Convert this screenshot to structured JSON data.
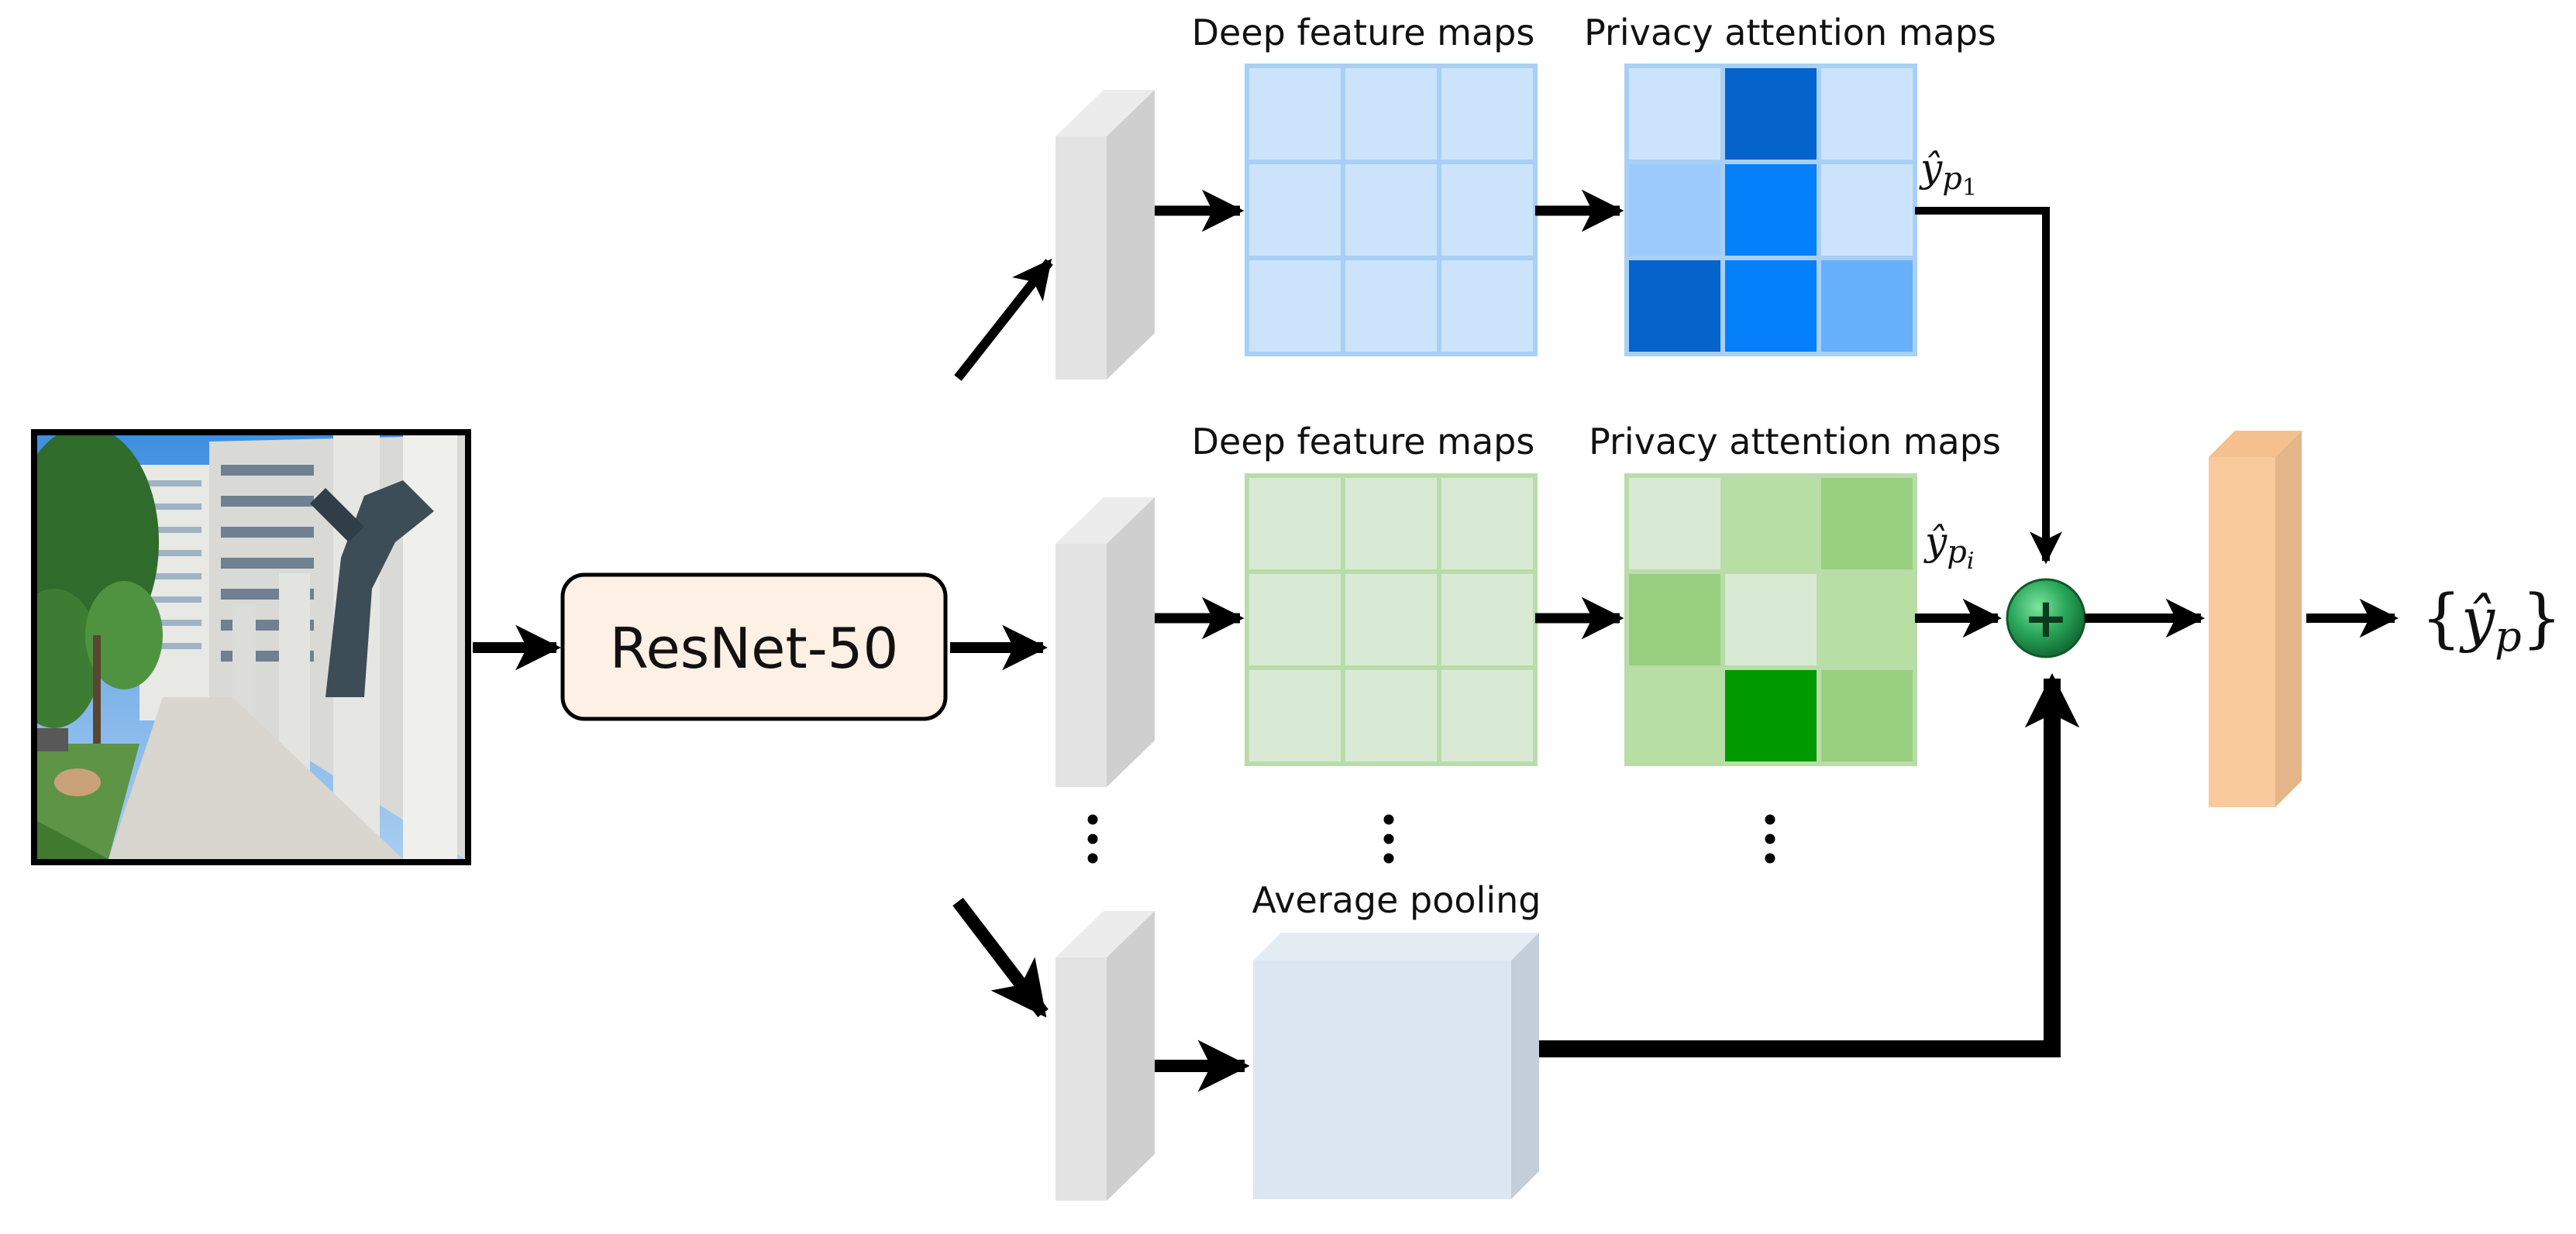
{
  "labels": {
    "deep_feature_maps_1": "Deep feature maps",
    "privacy_attention_maps_1": "Privacy attention maps",
    "deep_feature_maps_2": "Deep feature maps",
    "privacy_attention_maps_2": "Privacy attention maps",
    "average_pooling": "Average pooling",
    "backbone": "ResNet-50"
  },
  "math": {
    "y_hat": "ŷ",
    "p": "p",
    "sub_1": "1",
    "sub_i": "i",
    "open_brace": "{",
    "close_brace": "}"
  },
  "operator": "+",
  "colors": {
    "blue_feature_fill": "#cce4fb",
    "blue_grid_line": "#a8d0f5",
    "green_feature_fill": "#d9ead4",
    "green_grid_line": "#b9dcaa",
    "pooling_box": "#dbe6f0",
    "resnet_fill": "#fdf0e4",
    "output_block": "#f9ca9c",
    "adder": "#2aa85a",
    "blue_attention": [
      "#cce4fb",
      "#0563cc",
      "#cce4fb",
      "#9ccafc",
      "#0580fb",
      "#cce4fb",
      "#0563cc",
      "#0580fb",
      "#67b0fb"
    ],
    "green_attention": [
      "#d9ead4",
      "#b7dfa4",
      "#98cf7e",
      "#98cf7e",
      "#d9ead4",
      "#b7dfa4",
      "#b7dfa4",
      "#009900",
      "#98cf7e"
    ]
  },
  "icons": [
    "input-photo",
    "feature-slab",
    "plus-circle-icon",
    "arrow",
    "vertical-ellipsis"
  ]
}
